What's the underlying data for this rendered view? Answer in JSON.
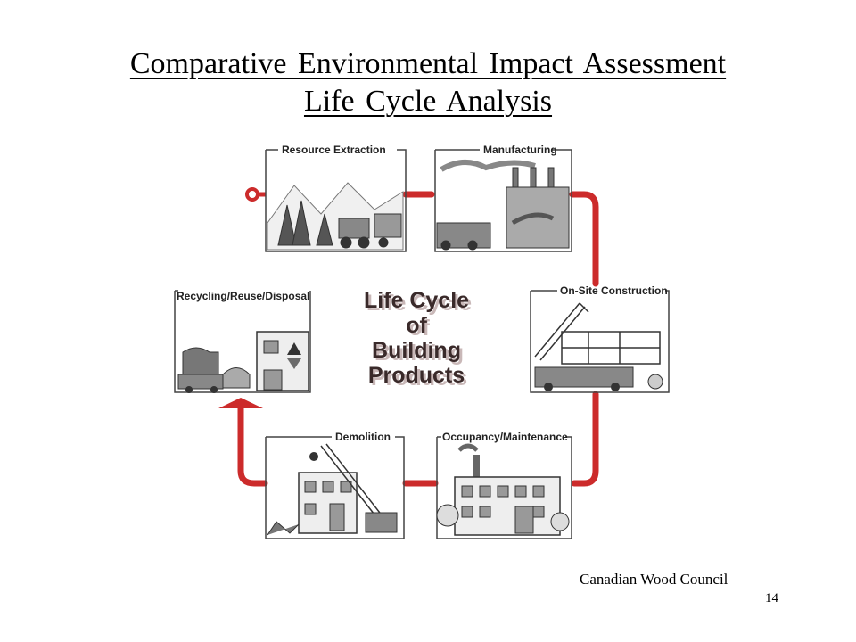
{
  "title": {
    "line1": "Comparative Environmental Impact Assessment",
    "line2": "Life Cycle Analysis"
  },
  "diagram": {
    "center": [
      "Life Cycle",
      "of",
      "Building",
      "Products"
    ],
    "stages": {
      "resource": "Resource Extraction",
      "manufacturing": "Manufacturing",
      "construction": "On-Site Construction",
      "occupancy": "Occupancy/Maintenance",
      "demolition": "Demolition",
      "recycling": "Recycling/Reuse/Disposal"
    },
    "arrow_color": "#cc2b2b"
  },
  "footer": {
    "credit": "Canadian Wood Council",
    "page": "14"
  }
}
